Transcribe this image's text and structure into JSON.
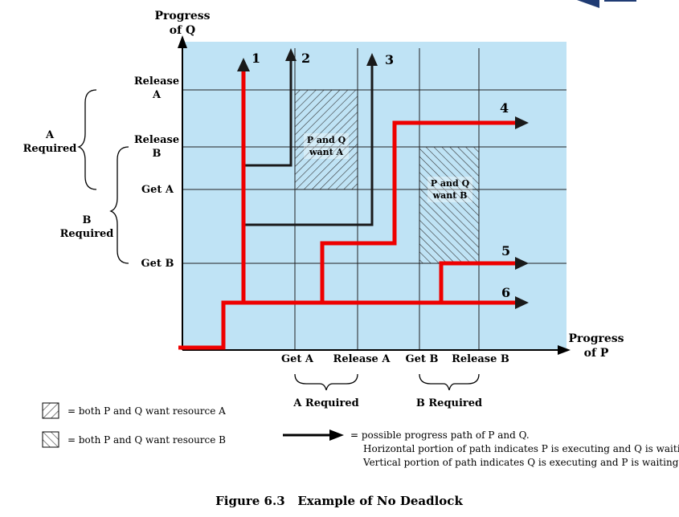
{
  "axes": {
    "y_title_line1": "Progress",
    "y_title_line2": "of Q",
    "x_title_line1": "Progress",
    "x_title_line2": "of P",
    "y_labels": {
      "release_a_line1": "Release",
      "release_a_line2": "A",
      "release_b_line1": "Release",
      "release_b_line2": "B",
      "get_a": "Get A",
      "get_b": "Get B"
    },
    "x_labels": {
      "get_a": "Get A",
      "release_a": "Release A",
      "get_b": "Get B",
      "release_b": "Release B"
    }
  },
  "brackets": {
    "a_required_left_line1": "A",
    "a_required_left_line2": "Required",
    "b_required_left_line1": "B",
    "b_required_left_line2": "Required",
    "a_required_bottom": "A Required",
    "b_required_bottom": "B Required"
  },
  "regions": {
    "want_a_line1": "P and Q",
    "want_a_line2": "want A",
    "want_b_line1": "P and Q",
    "want_b_line2": "want B"
  },
  "paths": [
    "1",
    "2",
    "3",
    "4",
    "5",
    "6"
  ],
  "legend": {
    "hatch_a": "= both P and Q want resource A",
    "hatch_b": "= both P and Q want resource B",
    "arrow_line1": "= possible progress path of P and Q.",
    "arrow_line2": "Horizontal portion of path indicates P is executing and Q is waiting.",
    "arrow_line3": "Vertical portion of path indicates Q is executing and P is waiting."
  },
  "caption": "Figure 6.3   Example of No Deadlock",
  "colors": {
    "plot_bg": "#bfe3f5",
    "highlight_path": "#ee0000",
    "path": "#1a1a1a"
  }
}
